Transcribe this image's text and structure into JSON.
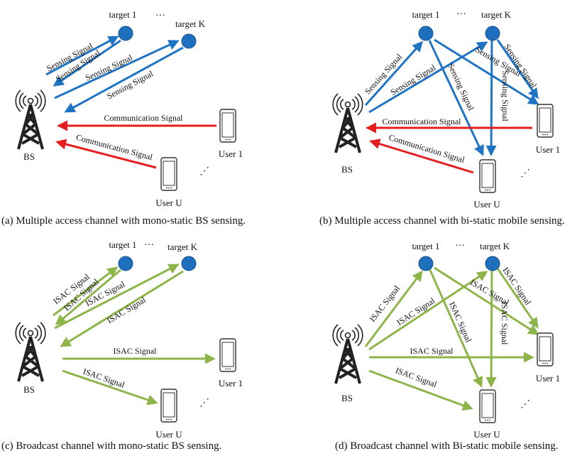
{
  "colors": {
    "target": "#1f6fbf",
    "target_stroke": "#174f8a",
    "sensing": "#1f74c4",
    "communication": "#e51f1f",
    "isac": "#8db54a",
    "device": "#333333"
  },
  "labels": {
    "target_1": "target 1",
    "target_k": "target K",
    "ellipsis_h": "···",
    "ellipsis_d": "⋰",
    "bs": "BS",
    "user_1": "User 1",
    "user_u": "User U",
    "sensing_signal": "Sensing Signal",
    "communication_signal": "Communication Signal",
    "isac_signal": "ISAC Signal"
  },
  "captions": {
    "a": "(a) Multiple access channel with mono-static BS sensing.",
    "b": "(b) Multiple access channel with bi-static mobile sensing.",
    "c": "(c) Broadcast channel with mono-static BS sensing.",
    "d": "(d) Broadcast channel with Bi-static mobile sensing."
  }
}
